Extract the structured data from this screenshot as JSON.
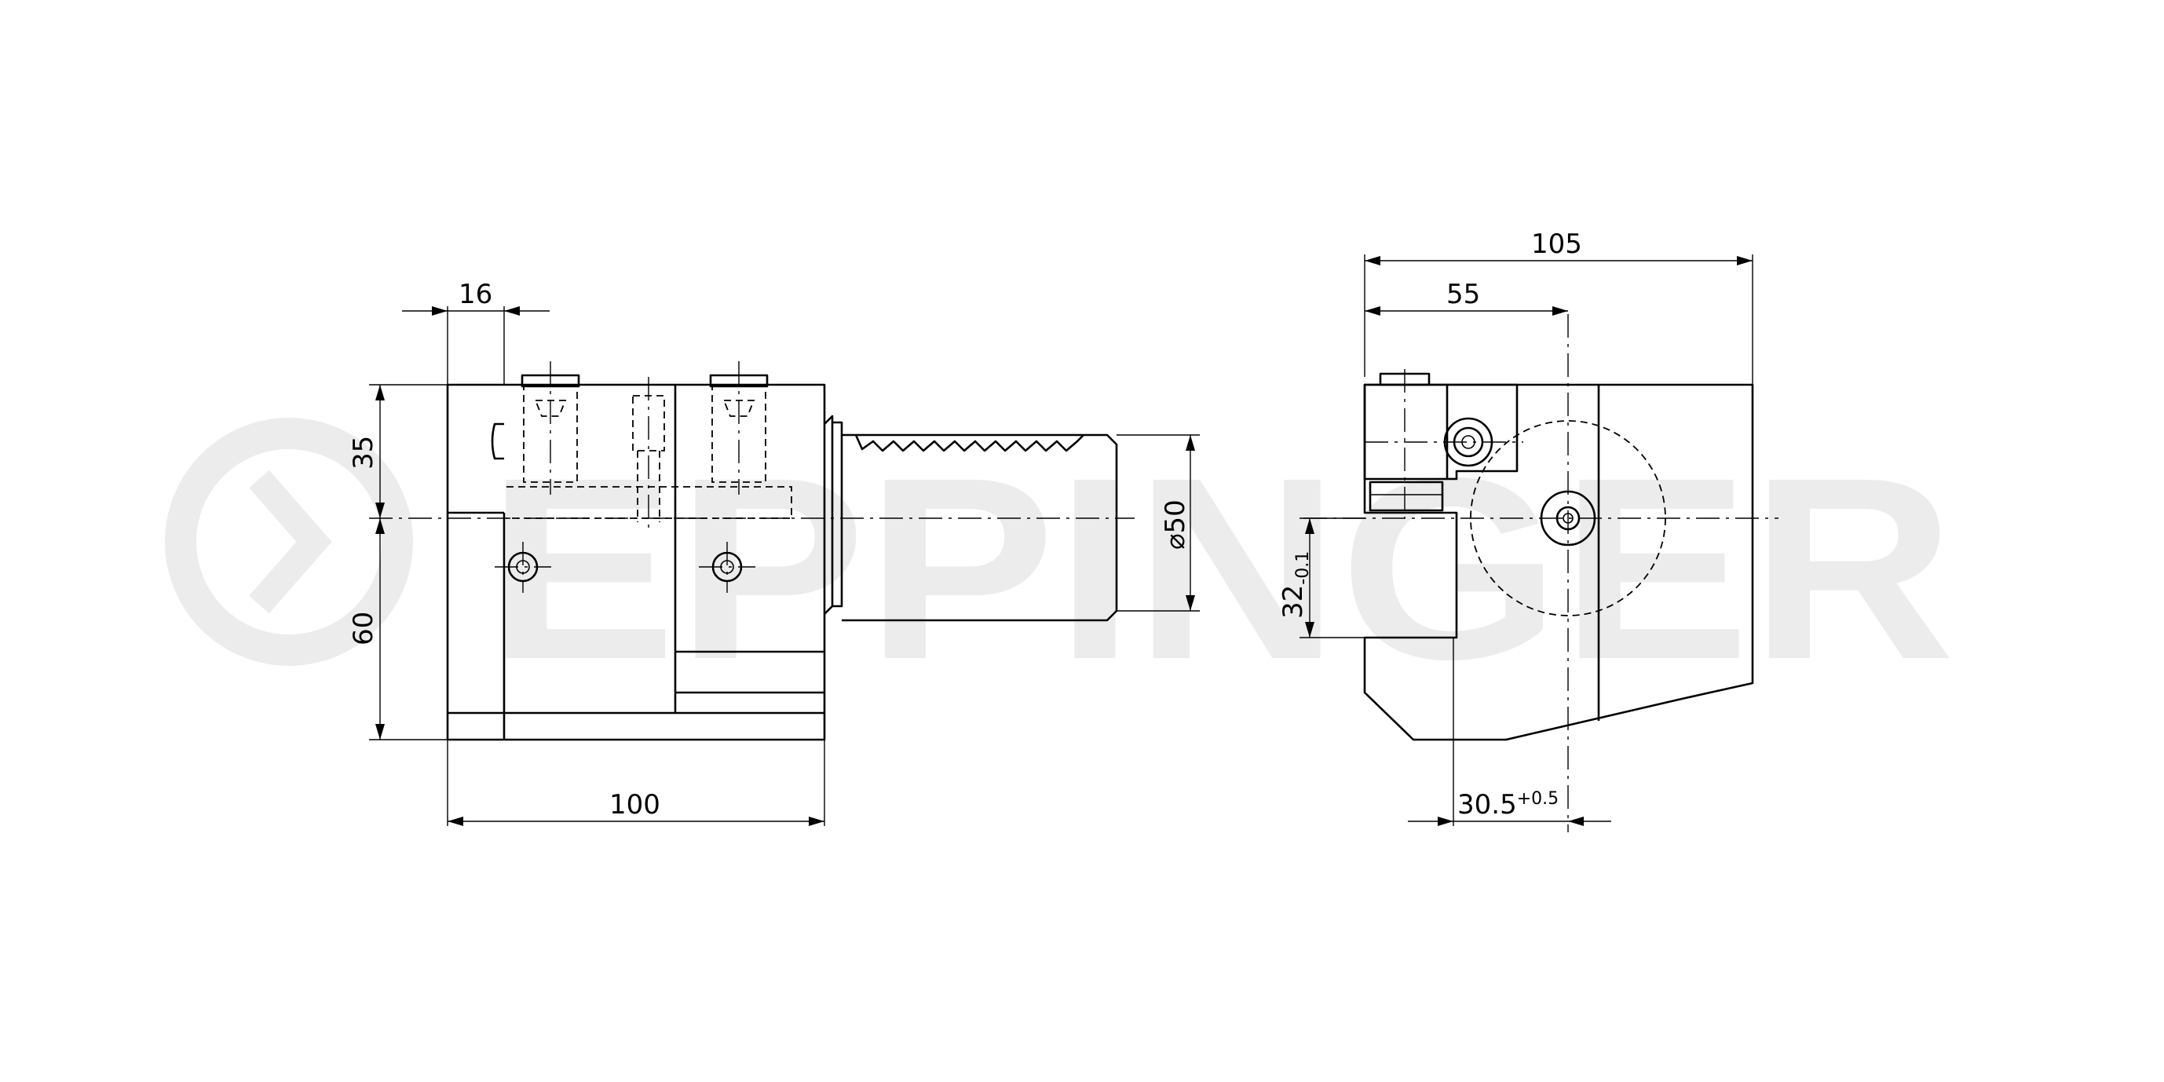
{
  "watermark": {
    "text": "EPPINGER"
  },
  "dimensions": {
    "side_width_16": "16",
    "side_height_35": "35",
    "side_height_60": "60",
    "side_length_100": "100",
    "shank_diameter_symbol": "⌀",
    "shank_diameter": "50",
    "front_width_105": "105",
    "front_width_55": "55",
    "front_height_32": "32",
    "front_height_32_tol": "-0.1",
    "front_offset_30_5": "30.5",
    "front_offset_30_5_tol": "+0.5"
  }
}
